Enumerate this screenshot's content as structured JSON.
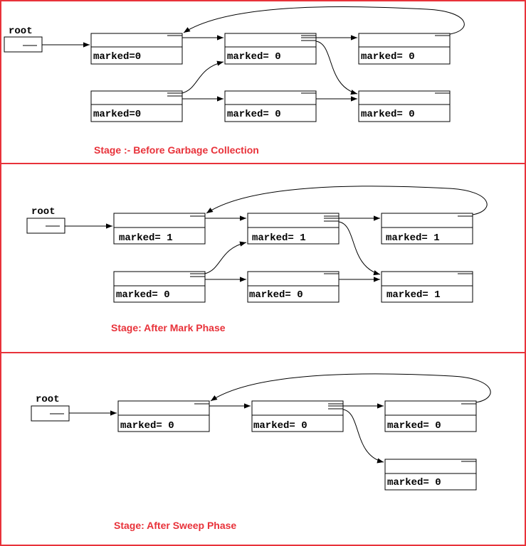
{
  "colors": {
    "frame": "#e8323a",
    "stage_text": "#e8323a",
    "ink": "#000000"
  },
  "root_label": "root",
  "panels": [
    {
      "id": "before",
      "caption": "Stage :- Before Garbage Collection",
      "nodes": [
        {
          "id": "a",
          "text": "marked=0"
        },
        {
          "id": "b",
          "text": "marked= 0"
        },
        {
          "id": "c",
          "text": "marked= 0"
        },
        {
          "id": "d",
          "text": "marked=0"
        },
        {
          "id": "e",
          "text": "marked= 0"
        },
        {
          "id": "f",
          "text": "marked= 0"
        }
      ]
    },
    {
      "id": "mark",
      "caption": "Stage: After Mark Phase",
      "nodes": [
        {
          "id": "a",
          "text": "marked= 1"
        },
        {
          "id": "b",
          "text": "marked= 1"
        },
        {
          "id": "c",
          "text": "marked= 1"
        },
        {
          "id": "d",
          "text": "marked= 0"
        },
        {
          "id": "e",
          "text": "marked= 0"
        },
        {
          "id": "f",
          "text": "marked= 1"
        }
      ]
    },
    {
      "id": "sweep",
      "caption": "Stage: After Sweep Phase",
      "nodes": [
        {
          "id": "a",
          "text": "marked= 0"
        },
        {
          "id": "b",
          "text": "marked= 0"
        },
        {
          "id": "c",
          "text": "marked= 0"
        },
        {
          "id": "f",
          "text": "marked= 0"
        }
      ]
    }
  ]
}
